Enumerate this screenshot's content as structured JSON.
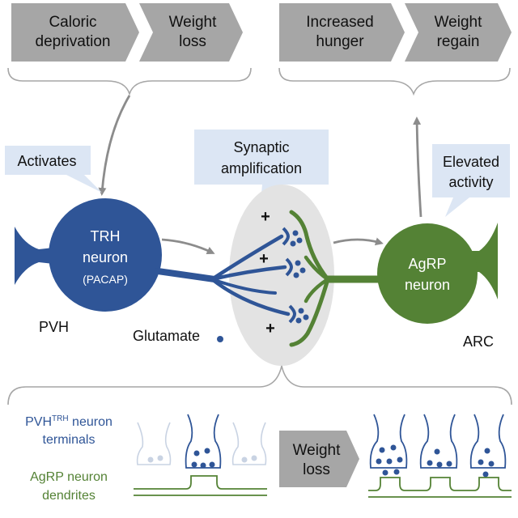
{
  "colors": {
    "trh_blue": "#2f5597",
    "agrp_green": "#548235",
    "chevron_gray": "#a6a6a6",
    "callout_blue": "#dce6f4",
    "synapse_gray": "#e3e3e3",
    "arrow_gray": "#8c8c8c",
    "pale_terminal": "#c9d3e3"
  },
  "top_left": {
    "step1": [
      "Caloric",
      "deprivation"
    ],
    "step2": [
      "Weight",
      "loss"
    ]
  },
  "top_right": {
    "step1": [
      "Increased",
      "hunger"
    ],
    "step2": [
      "Weight",
      "regain"
    ]
  },
  "callouts": {
    "activates": "Activates",
    "synaptic": [
      "Synaptic",
      "amplification"
    ],
    "elevated": [
      "Elevated",
      "activity"
    ]
  },
  "trh_neuron": {
    "line1": "TRH",
    "line2": "neuron",
    "line3": "(PACAP)"
  },
  "agrp_neuron": {
    "line1": "AgRP",
    "line2": "neuron"
  },
  "labels": {
    "pvh": "PVH",
    "arc": "ARC",
    "glutamate": "Glutamate",
    "plus": "+"
  },
  "bottom": {
    "terminals_label_prefix": "PVH",
    "terminals_label_sup": "TRH",
    "terminals_label_suffix": " neuron",
    "terminals_label_line2": "terminals",
    "dendrites_label": [
      "AgRP neuron",
      "dendrites"
    ],
    "weight_loss": [
      "Weight",
      "loss"
    ]
  },
  "icons": {
    "top_left_brace": "curly-brace-icon",
    "top_right_brace": "curly-brace-icon",
    "bottom_brace": "curly-brace-icon",
    "glutamate_dot": "dot-icon"
  }
}
